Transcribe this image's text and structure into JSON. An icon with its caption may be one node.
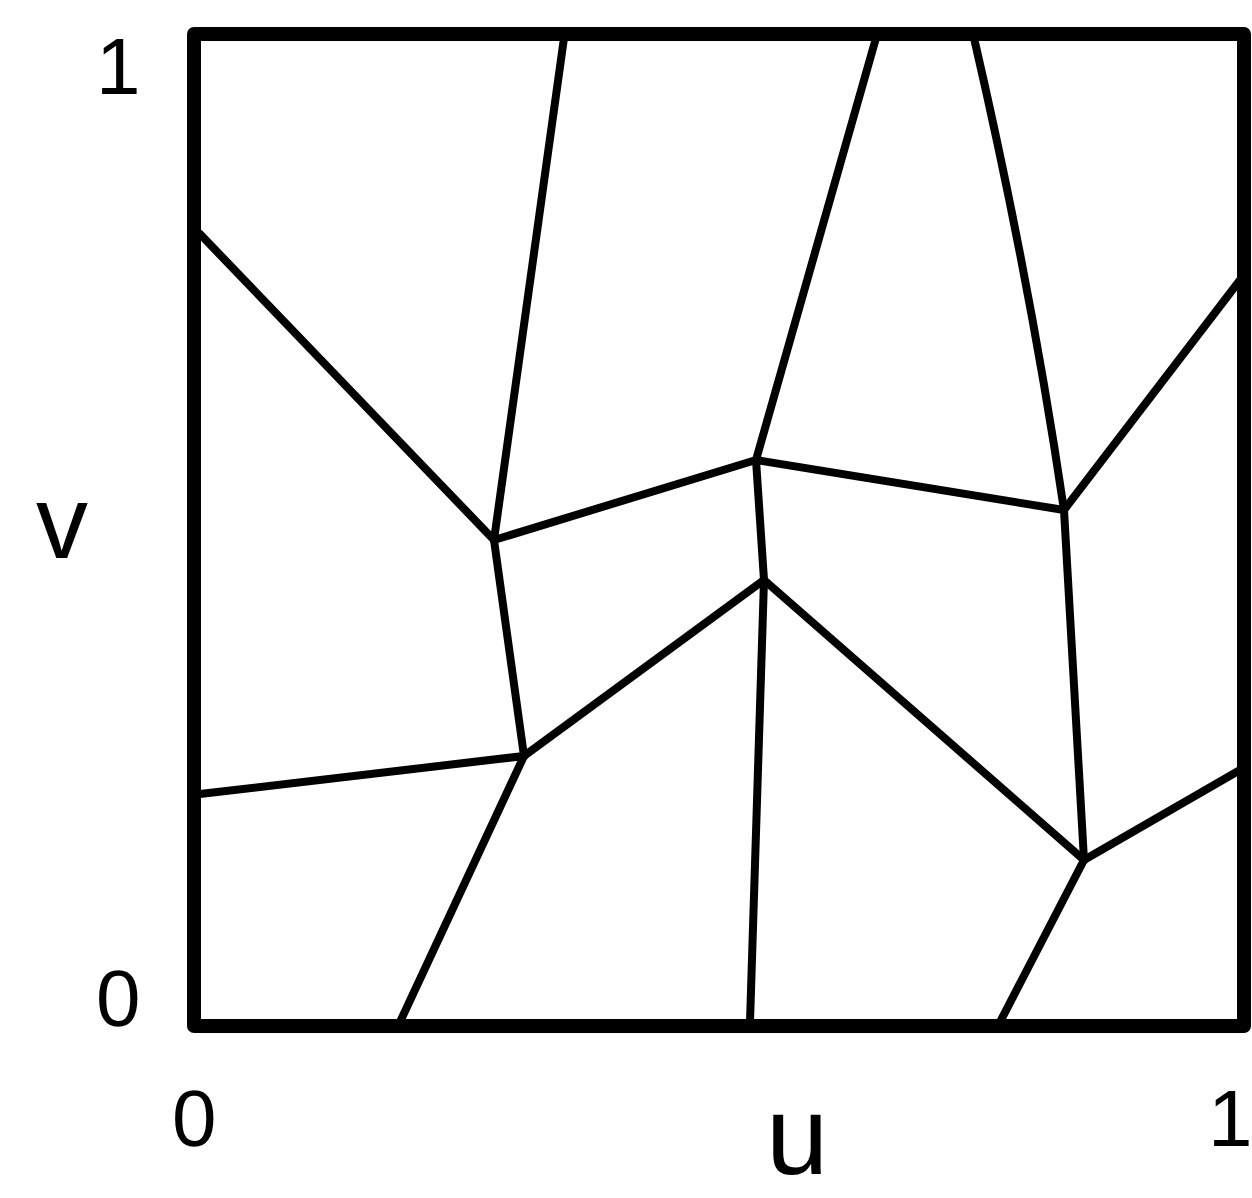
{
  "diagram": {
    "labels": [
      "1",
      "v",
      "0",
      "0",
      "u",
      "1"
    ]
  }
}
